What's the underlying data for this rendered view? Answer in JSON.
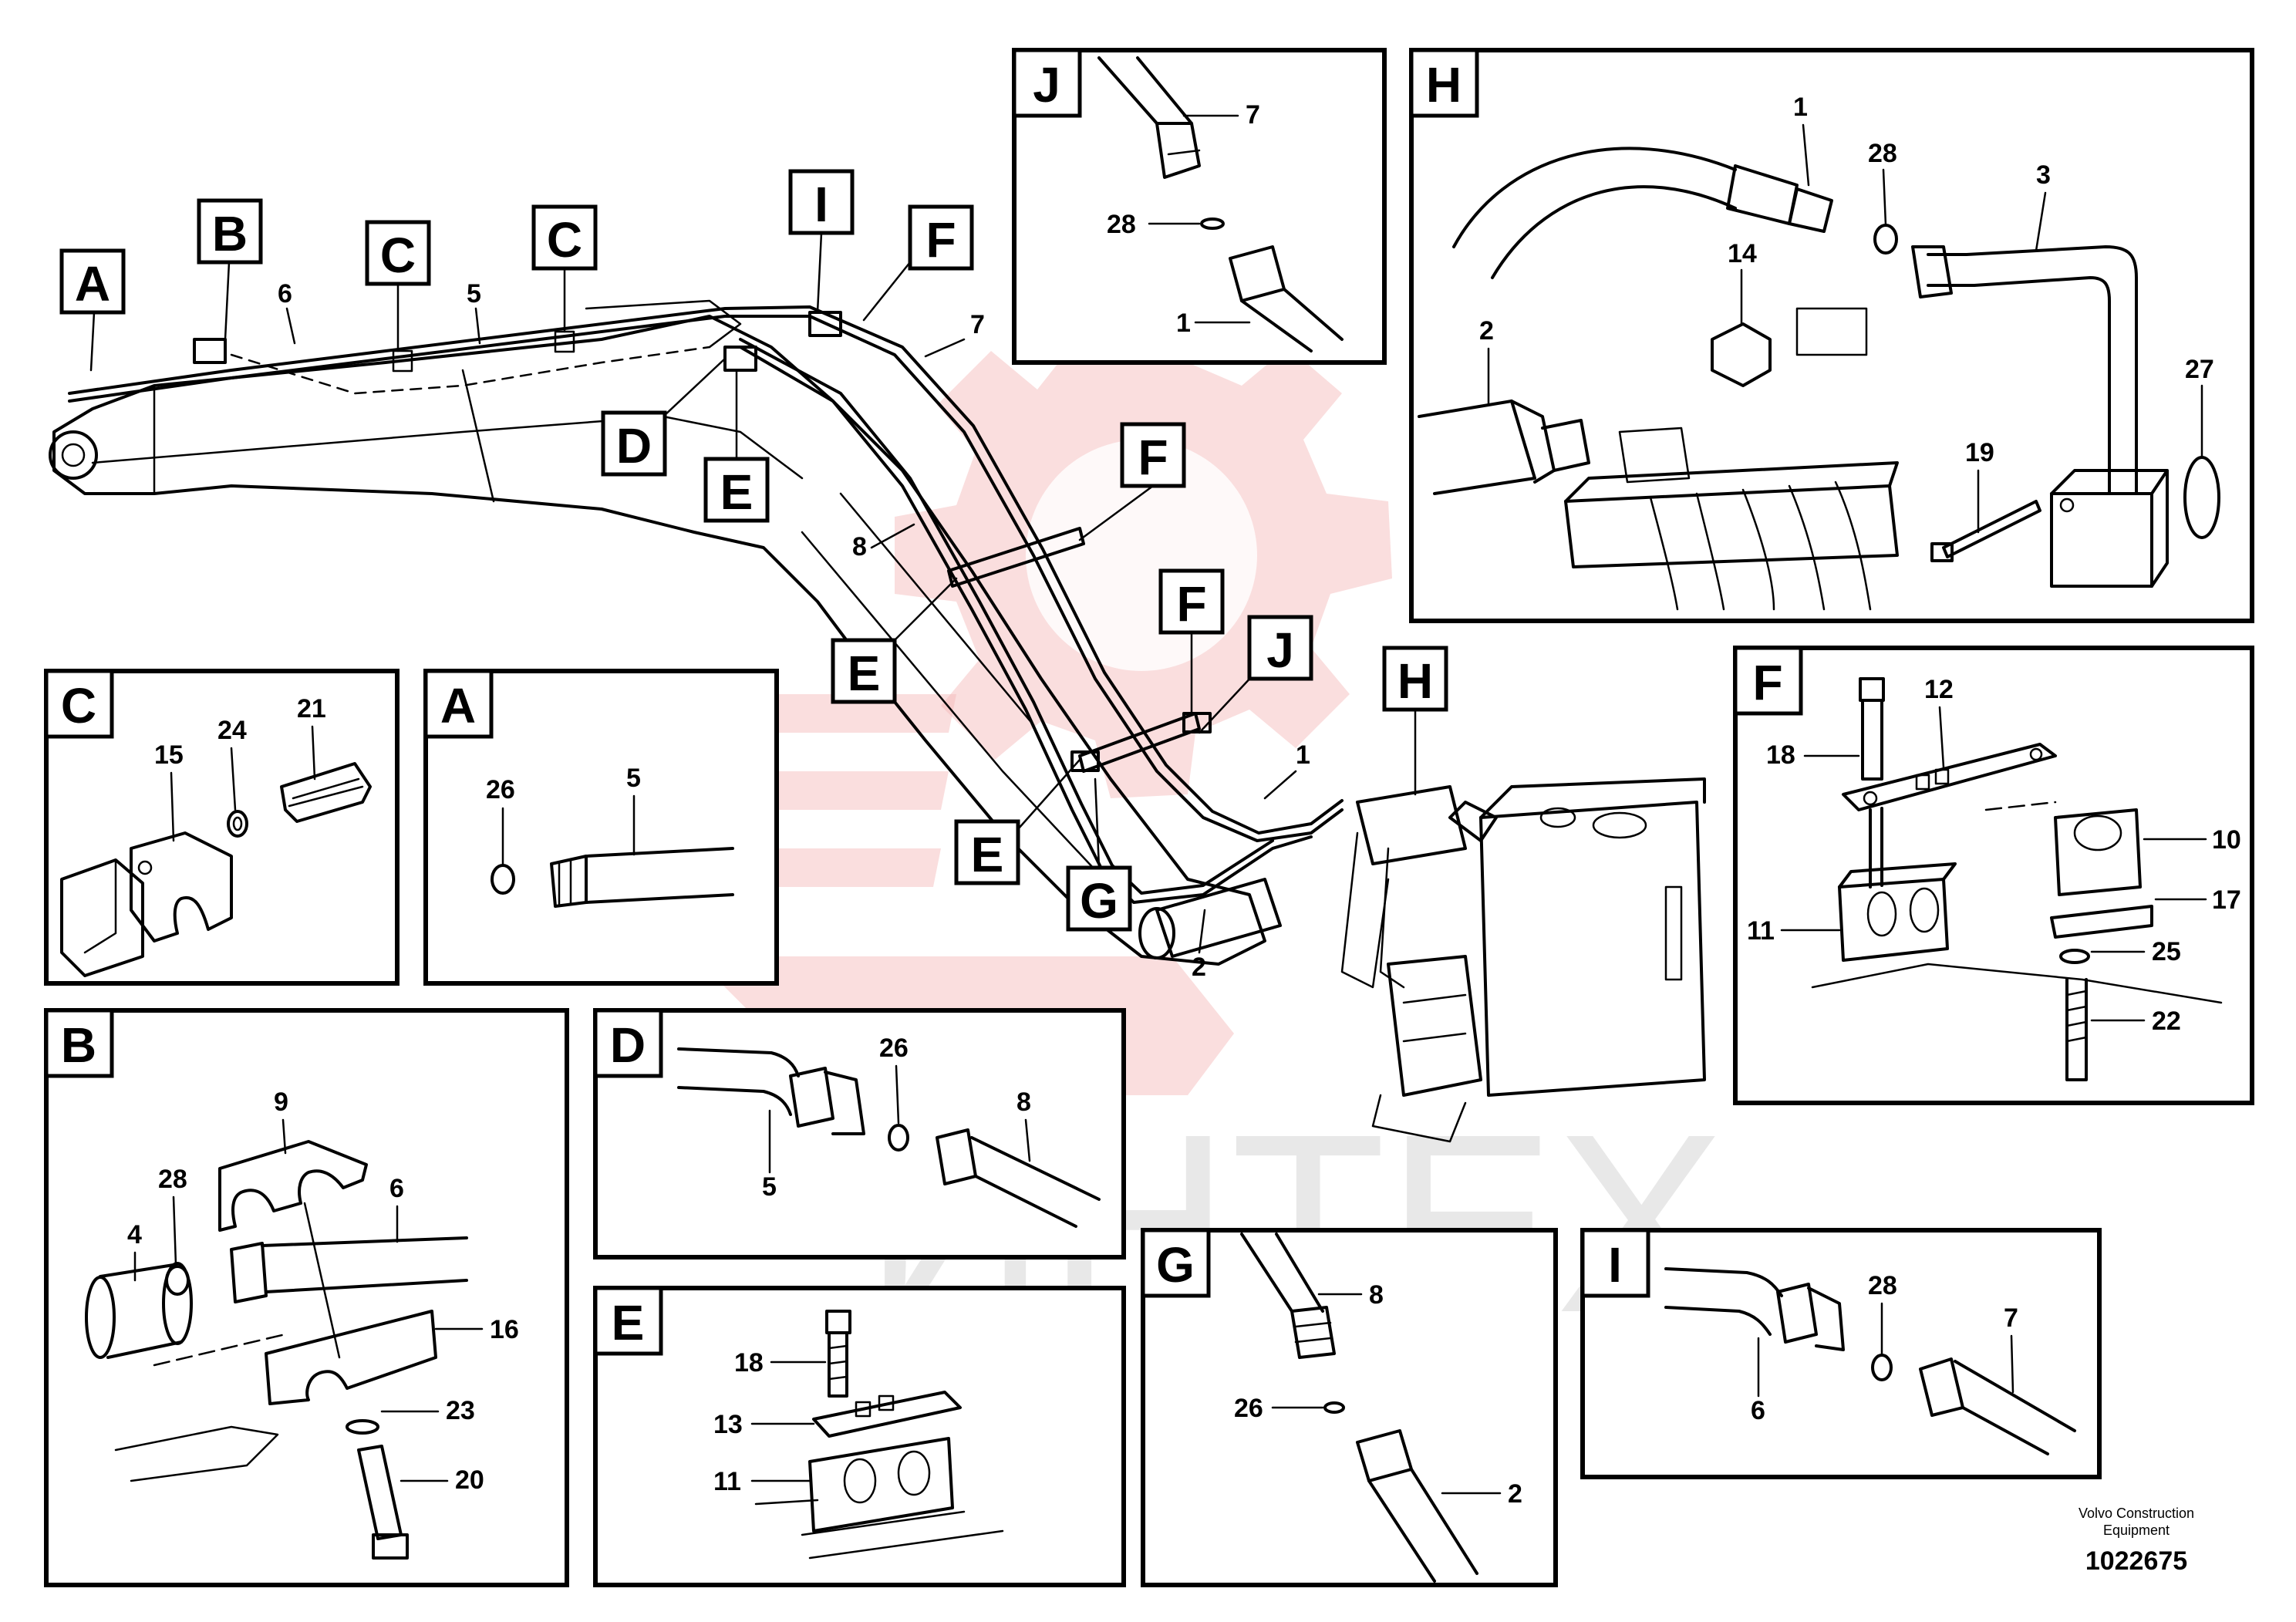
{
  "watermark": {
    "text": "ИНТЕХ",
    "color": "#f4b6b6"
  },
  "main": {
    "callouts": [
      {
        "id": "A"
      },
      {
        "id": "B"
      },
      {
        "id": "C"
      },
      {
        "id": "C"
      },
      {
        "id": "I"
      },
      {
        "id": "F"
      },
      {
        "id": "D"
      },
      {
        "id": "E"
      },
      {
        "id": "F"
      },
      {
        "id": "E"
      },
      {
        "id": "F"
      },
      {
        "id": "J"
      },
      {
        "id": "H"
      },
      {
        "id": "E"
      },
      {
        "id": "G"
      }
    ],
    "part_numbers": [
      "6",
      "5",
      "7",
      "8",
      "1",
      "2"
    ]
  },
  "details": {
    "J": {
      "title": "J",
      "labels": [
        "7",
        "28",
        "1"
      ]
    },
    "H": {
      "title": "H",
      "labels": [
        "1",
        "28",
        "3",
        "14",
        "2",
        "27",
        "19"
      ]
    },
    "C": {
      "title": "C",
      "labels": [
        "15",
        "24",
        "21"
      ]
    },
    "A": {
      "title": "A",
      "labels": [
        "26",
        "5"
      ]
    },
    "F": {
      "title": "F",
      "labels": [
        "18",
        "12",
        "10",
        "17",
        "11",
        "25",
        "22"
      ]
    },
    "B": {
      "title": "B",
      "labels": [
        "9",
        "28",
        "6",
        "4",
        "16",
        "23",
        "20"
      ]
    },
    "D": {
      "title": "D",
      "labels": [
        "26",
        "8",
        "5"
      ]
    },
    "E": {
      "title": "E",
      "labels": [
        "18",
        "13",
        "11"
      ]
    },
    "G": {
      "title": "G",
      "labels": [
        "8",
        "26",
        "2"
      ]
    },
    "I": {
      "title": "I",
      "labels": [
        "28",
        "7",
        "6"
      ]
    }
  },
  "footer": {
    "brand_line1": "Volvo Construction",
    "brand_line2": "Equipment",
    "drawing_number": "1022675"
  }
}
